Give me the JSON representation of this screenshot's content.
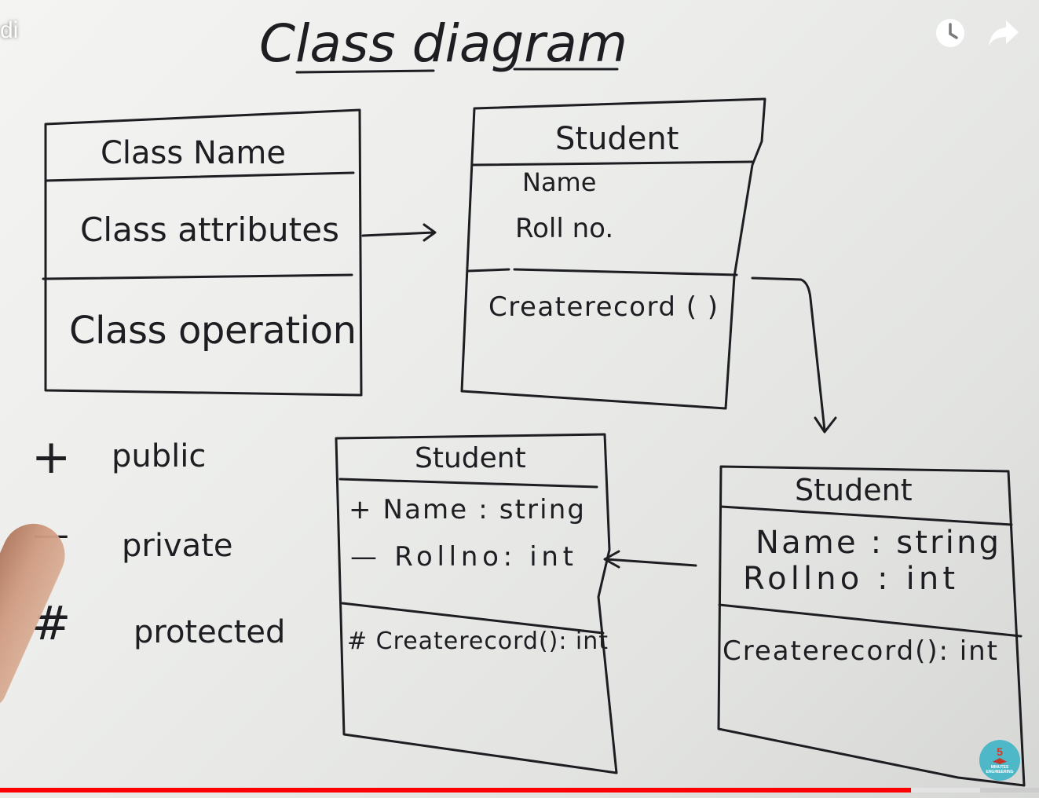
{
  "video": {
    "title_fragment": "di",
    "watch_later_icon": "clock-icon",
    "share_icon": "share-arrow-icon",
    "progress_fraction": 0.877,
    "buffer_end_fraction": 0.943,
    "channel_logo": {
      "number": "5",
      "text_line1": "MINUTES",
      "text_line2": "ENGINEERING"
    }
  },
  "whiteboard": {
    "title": "Class diagram",
    "template_box": {
      "name": "Class Name",
      "attributes": "Class attributes",
      "operations": "Class operation"
    },
    "student_box_1": {
      "name": "Student",
      "attributes": [
        "Name",
        "Roll no."
      ],
      "operations": [
        "Createrecord ( )"
      ]
    },
    "student_box_2": {
      "name": "Student",
      "attributes": [
        "Name : string",
        "Rollno : int"
      ],
      "operations": [
        "Createrecord(): int"
      ]
    },
    "student_box_3": {
      "name": "Student",
      "attributes": [
        "+ Name : string",
        "— Rollno: int"
      ],
      "operations": [
        "# Createrecord(): int"
      ]
    },
    "legend": [
      {
        "symbol": "+",
        "label": "public"
      },
      {
        "symbol": "—",
        "label": "private"
      },
      {
        "symbol": "#",
        "label": "protected"
      }
    ]
  },
  "colors": {
    "ink": "#1e1e22",
    "progress": "#ff0000",
    "logo_bg": "#4fb8c8"
  }
}
